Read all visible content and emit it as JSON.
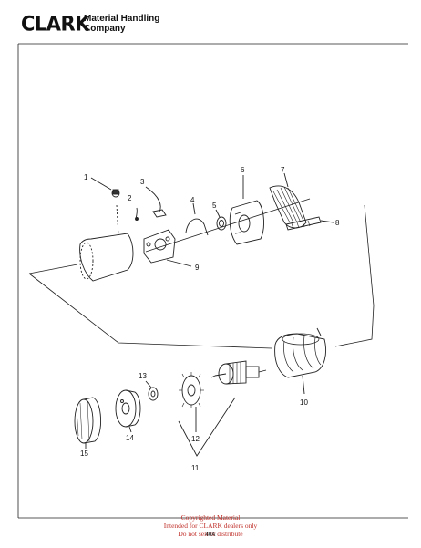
{
  "header": {
    "logo": "CLARK",
    "company_line1": "Material Handling",
    "company_line2": "Company"
  },
  "callouts": [
    "1",
    "2",
    "3",
    "4",
    "5",
    "6",
    "7",
    "8",
    "9",
    "10",
    "11",
    "12",
    "13",
    "14",
    "15"
  ],
  "footer": {
    "watermark_line1": "Copyrighted Material",
    "watermark_line2": "Intended for CLARK dealers only",
    "watermark_line3": "Do not sell or distribute",
    "page_number": "40A"
  },
  "colors": {
    "ink": "#111111",
    "watermark": "#c0302a"
  }
}
